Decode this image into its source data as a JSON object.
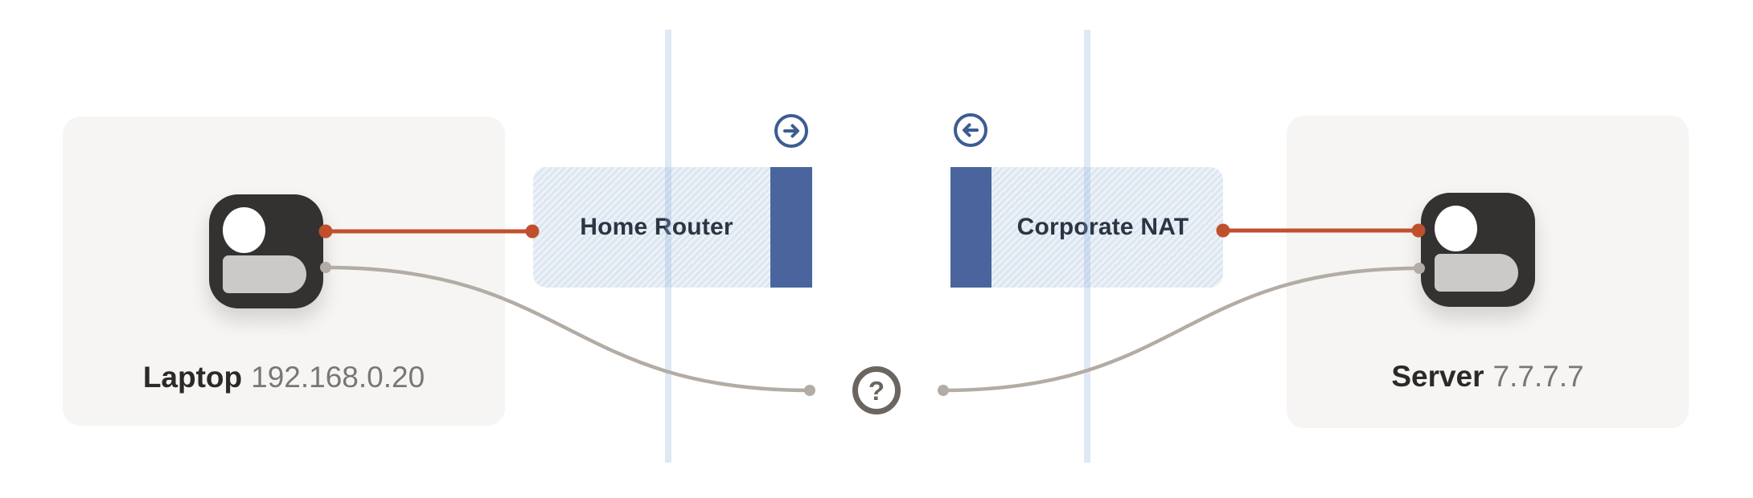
{
  "diagram": {
    "nodes": {
      "laptop": {
        "label": "Laptop",
        "ip": "192.168.0.20"
      },
      "server": {
        "label": "Server",
        "ip": "7.7.7.7"
      },
      "home_router": {
        "label": "Home Router"
      },
      "corporate_nat": {
        "label": "Corporate NAT"
      }
    },
    "badges": {
      "unknown": "?"
    },
    "colors": {
      "connection_active": "#C0502D",
      "connection_blocked": "#B3ACA5",
      "nat_bar": "#4A659D",
      "arrow_accent": "#3C5C92",
      "unknown_badge": "#6B6560",
      "card_bg": "#F6F5F3",
      "nat_box_bg": "#E9EFF7",
      "boundary_line": "#DFE9F6"
    }
  }
}
